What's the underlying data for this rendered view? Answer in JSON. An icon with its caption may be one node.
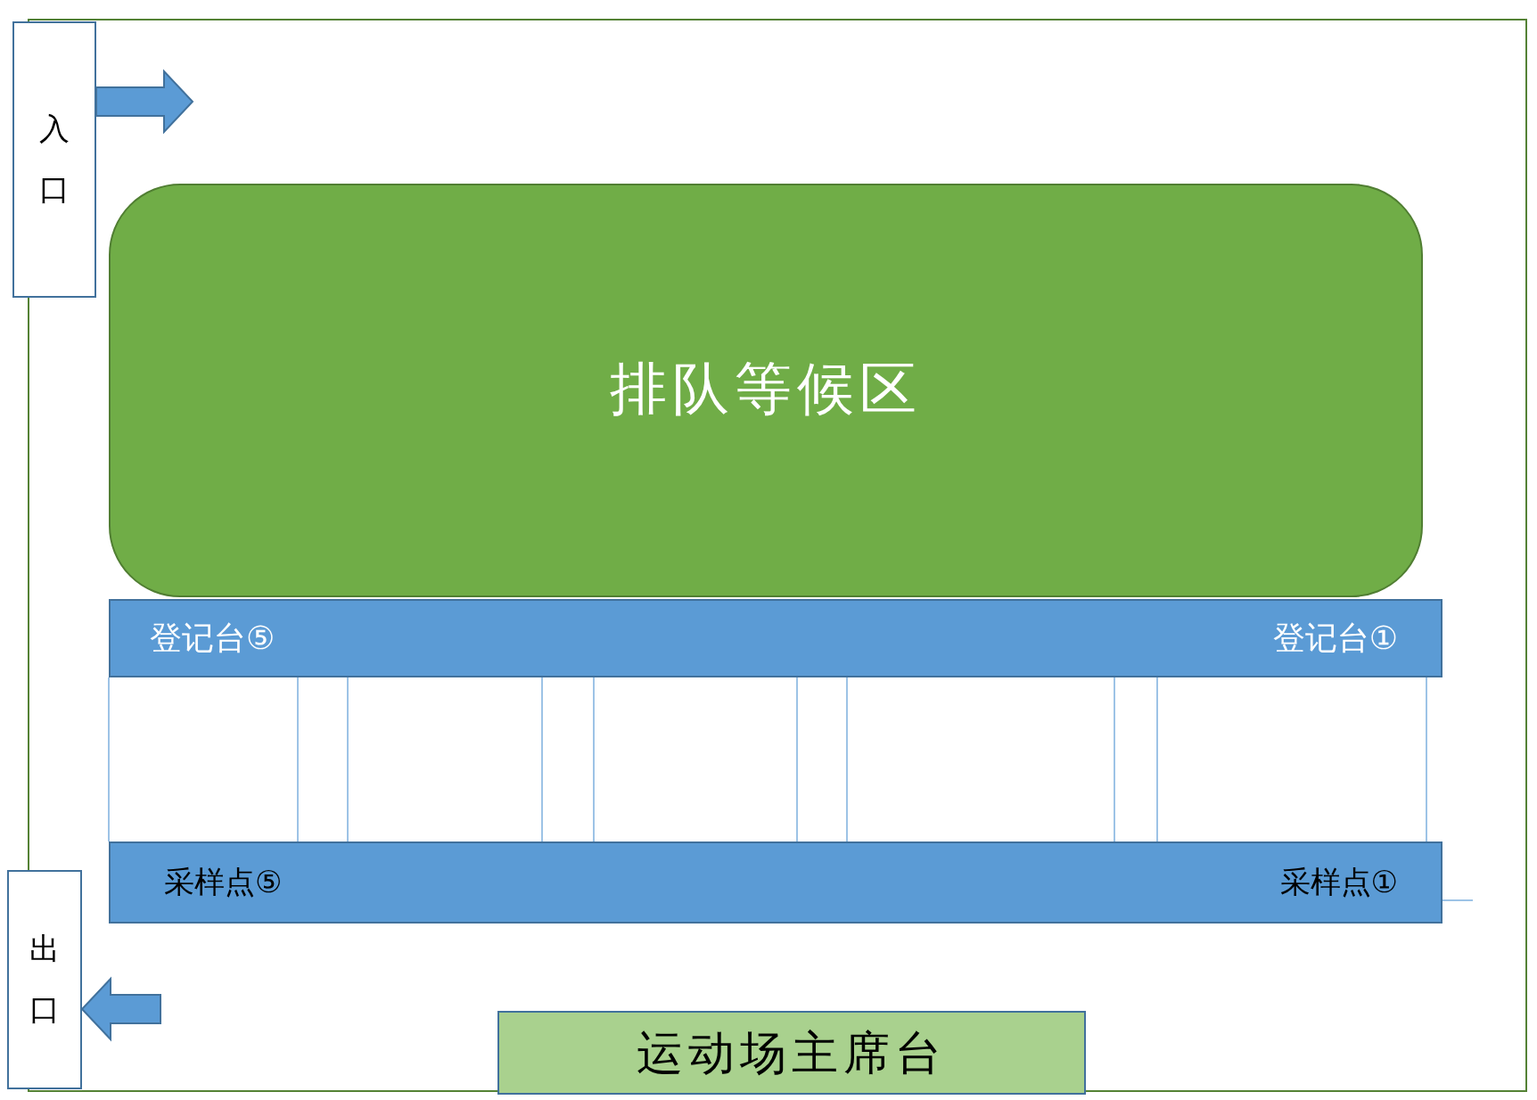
{
  "diagram": {
    "nodes": [
      {
        "text": [
          "入口"
        ]
      },
      {
        "text": [
          "排队等候区"
        ]
      },
      {
        "text": [
          "登记台⑤",
          "登记台①"
        ]
      },
      {
        "text": [
          "采样点⑤",
          "采样点①"
        ]
      },
      {
        "text": [
          "出口"
        ]
      },
      {
        "text": [
          "运动场主席台"
        ]
      }
    ],
    "edges": [
      {
        "from": 0,
        "to": null,
        "arrow": "to"
      },
      {
        "from": null,
        "to": 4,
        "arrow": "to"
      },
      {
        "from": 2,
        "to": 3,
        "arrow": "none"
      },
      {
        "from": 2,
        "to": 3,
        "arrow": "none"
      },
      {
        "from": 2,
        "to": 3,
        "arrow": "none"
      },
      {
        "from": 2,
        "to": 3,
        "arrow": "none"
      },
      {
        "from": 2,
        "to": 3,
        "arrow": "none"
      },
      {
        "from": 2,
        "to": 3,
        "arrow": "none"
      },
      {
        "from": 2,
        "to": 3,
        "arrow": "none"
      },
      {
        "from": 2,
        "to": 3,
        "arrow": "none"
      },
      {
        "from": 2,
        "to": 3,
        "arrow": "none"
      },
      {
        "from": 2,
        "to": 3,
        "arrow": "none"
      }
    ]
  }
}
